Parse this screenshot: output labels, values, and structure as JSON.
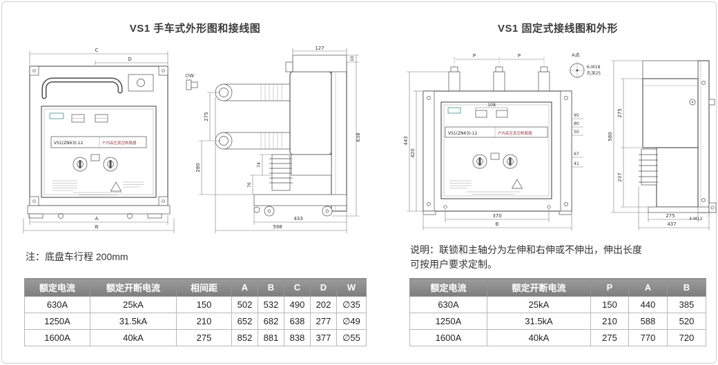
{
  "page": {
    "bg": "#ffffff",
    "border_color": "#cfcfcf"
  },
  "left_section": {
    "title": "VS1 手车式外形图和接线图",
    "note": "注：底盘车行程 200mm",
    "front_view": {
      "nameplate_model": "VS1(ZN63)-12",
      "nameplate_desc": "户内高压真空断路器",
      "dim_c": "C",
      "dim_d": "D",
      "dim_a": "A",
      "dim_b": "B"
    },
    "side_view": {
      "dim_phi_w": "∅W",
      "dim_127": "127",
      "dim_10": "10",
      "dim_275": "275",
      "dim_280": "280",
      "dim_74": "74",
      "dim_76": "76",
      "dim_433": "433",
      "dim_598": "598",
      "dim_638": "638"
    },
    "table": {
      "headers": [
        "额定电流",
        "额定开断电流",
        "相间距",
        "A",
        "B",
        "C",
        "D",
        "W"
      ],
      "rows": [
        [
          "630A",
          "25kA",
          "150",
          "502",
          "532",
          "490",
          "202",
          "∅35"
        ],
        [
          "1250A",
          "31.5kA",
          "210",
          "652",
          "682",
          "638",
          "277",
          "∅49"
        ],
        [
          "1600A",
          "40kA",
          "275",
          "852",
          "881",
          "838",
          "377",
          "∅55"
        ]
      ]
    }
  },
  "right_section": {
    "title": "VS1 固定式接线图和外形",
    "note_line1": "说明：联锁和主轴分为左伸和右伸或不伸出，伸出长度",
    "note_line2": "可按用户要求定制。",
    "front_view": {
      "nameplate_model": "VS1(ZN63)-12",
      "nameplate_desc": "户内高压真空断路器",
      "dim_p1": "P",
      "dim_p2": "P",
      "point_label": "A点",
      "bolt_spec": "6-M18",
      "hole_depth": "孔深25",
      "dim_108": "108",
      "dim_95": "95",
      "dim_80": "80",
      "dim_50": "50",
      "dim_67": "67",
      "dim_41": "41",
      "dim_443": "443",
      "dim_420": "420",
      "dim_370": "370",
      "dim_b": "B"
    },
    "side_view": {
      "dim_580": "580",
      "dim_275_height": "275",
      "dim_237": "237",
      "dim_275_depth": "275",
      "dim_437": "437",
      "bolt_label": "4-M12"
    },
    "table": {
      "headers": [
        "额定电流",
        "额定开断电流",
        "P",
        "A",
        "B"
      ],
      "rows": [
        [
          "630A",
          "25kA",
          "150",
          "440",
          "385"
        ],
        [
          "1250A",
          "31.5kA",
          "210",
          "588",
          "520"
        ],
        [
          "1600A",
          "40kA",
          "275",
          "770",
          "720"
        ]
      ]
    }
  }
}
